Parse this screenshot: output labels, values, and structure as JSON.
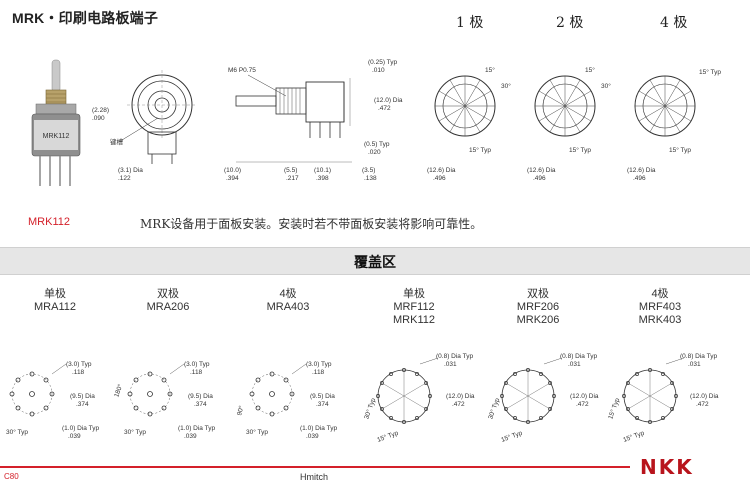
{
  "header": {
    "title": "MRK・印刷电路板端子",
    "poles": [
      "1 极",
      "2 极",
      "4 极"
    ]
  },
  "drawing": {
    "thread": "M6 P0.75",
    "key_label": "键槽",
    "dims": {
      "d1": "(0.25) Typ",
      "d1b": ".010",
      "d2": "(12.0) Dia",
      "d2b": ".472",
      "d3": "(0.5) Typ",
      "d3b": ".020",
      "d4": "(2.28)",
      "d4b": ".090",
      "d5": "(3.1) Dia",
      "d5b": ".122",
      "d6": "(10.0)",
      "d6b": ".394",
      "d7": "(5.5)",
      "d7b": ".217",
      "d8": "(10.1)",
      "d8b": ".398",
      "d9": "(3.5)",
      "d9b": ".138"
    },
    "front_dims": {
      "dia": "(12.6) Dia",
      "diab": ".496",
      "a15": "15°",
      "a30": "30°",
      "typ": "15° Typ"
    },
    "switch_label": "MRK112"
  },
  "model": {
    "name": "MRK112",
    "description": "MRK设备用于面板安装。安装时若不带面板安装将影响可靠性。"
  },
  "section": {
    "title": "覆盖区"
  },
  "footprints": [
    {
      "pole": "单极",
      "models": [
        "MRA112"
      ]
    },
    {
      "pole": "双极",
      "models": [
        "MRA206"
      ]
    },
    {
      "pole": "4极",
      "models": [
        "MRA403"
      ]
    },
    {
      "pole": "单极",
      "models": [
        "MRF112",
        "MRK112"
      ]
    },
    {
      "pole": "双极",
      "models": [
        "MRF206",
        "MRK206"
      ]
    },
    {
      "pole": "4极",
      "models": [
        "MRF403",
        "MRK403"
      ]
    }
  ],
  "fp_dims_a": {
    "t1": "(3.0) Typ",
    "t1b": ".118",
    "t2": "(9.5) Dia",
    "t2b": ".374",
    "t3": "(1.0) Dia Typ",
    "t3b": ".039",
    "t4": "30° Typ"
  },
  "fp_dims_b": {
    "t1": "(0.8) Dia Typ",
    "t1b": ".031",
    "t2": "(12.0) Dia",
    "t2b": ".472",
    "t3": "30° Typ",
    "t4": "15° Typ"
  },
  "fp_angles": [
    "180°",
    "90°"
  ],
  "footer": {
    "brand": "NKK",
    "left": "C80",
    "mid": "Hmitch"
  }
}
